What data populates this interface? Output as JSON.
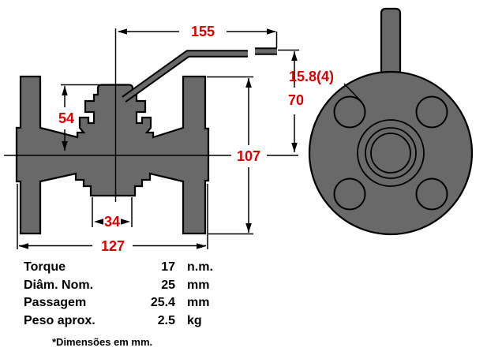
{
  "dimensions": {
    "handle_length": "155",
    "stem_to_center": "54",
    "flange_diameter": "107",
    "handle_height": "70",
    "bolt_holes": "15.8(4)",
    "bore_width": "34",
    "face_to_face": "127"
  },
  "spec_table": {
    "rows": [
      {
        "label": "Torque",
        "value": "17",
        "unit": "n.m."
      },
      {
        "label": "Diâm. Nom.",
        "value": "25",
        "unit": "mm"
      },
      {
        "label": "Passagem",
        "value": "25.4",
        "unit": "mm"
      },
      {
        "label": "Peso aprox.",
        "value": "2.5",
        "unit": "kg"
      }
    ],
    "footnote": "*Dimensões em mm."
  },
  "colors": {
    "body_fill": "#696969",
    "outline": "#000000",
    "dimension_text": "#dd0000",
    "background": "#ffffff"
  }
}
